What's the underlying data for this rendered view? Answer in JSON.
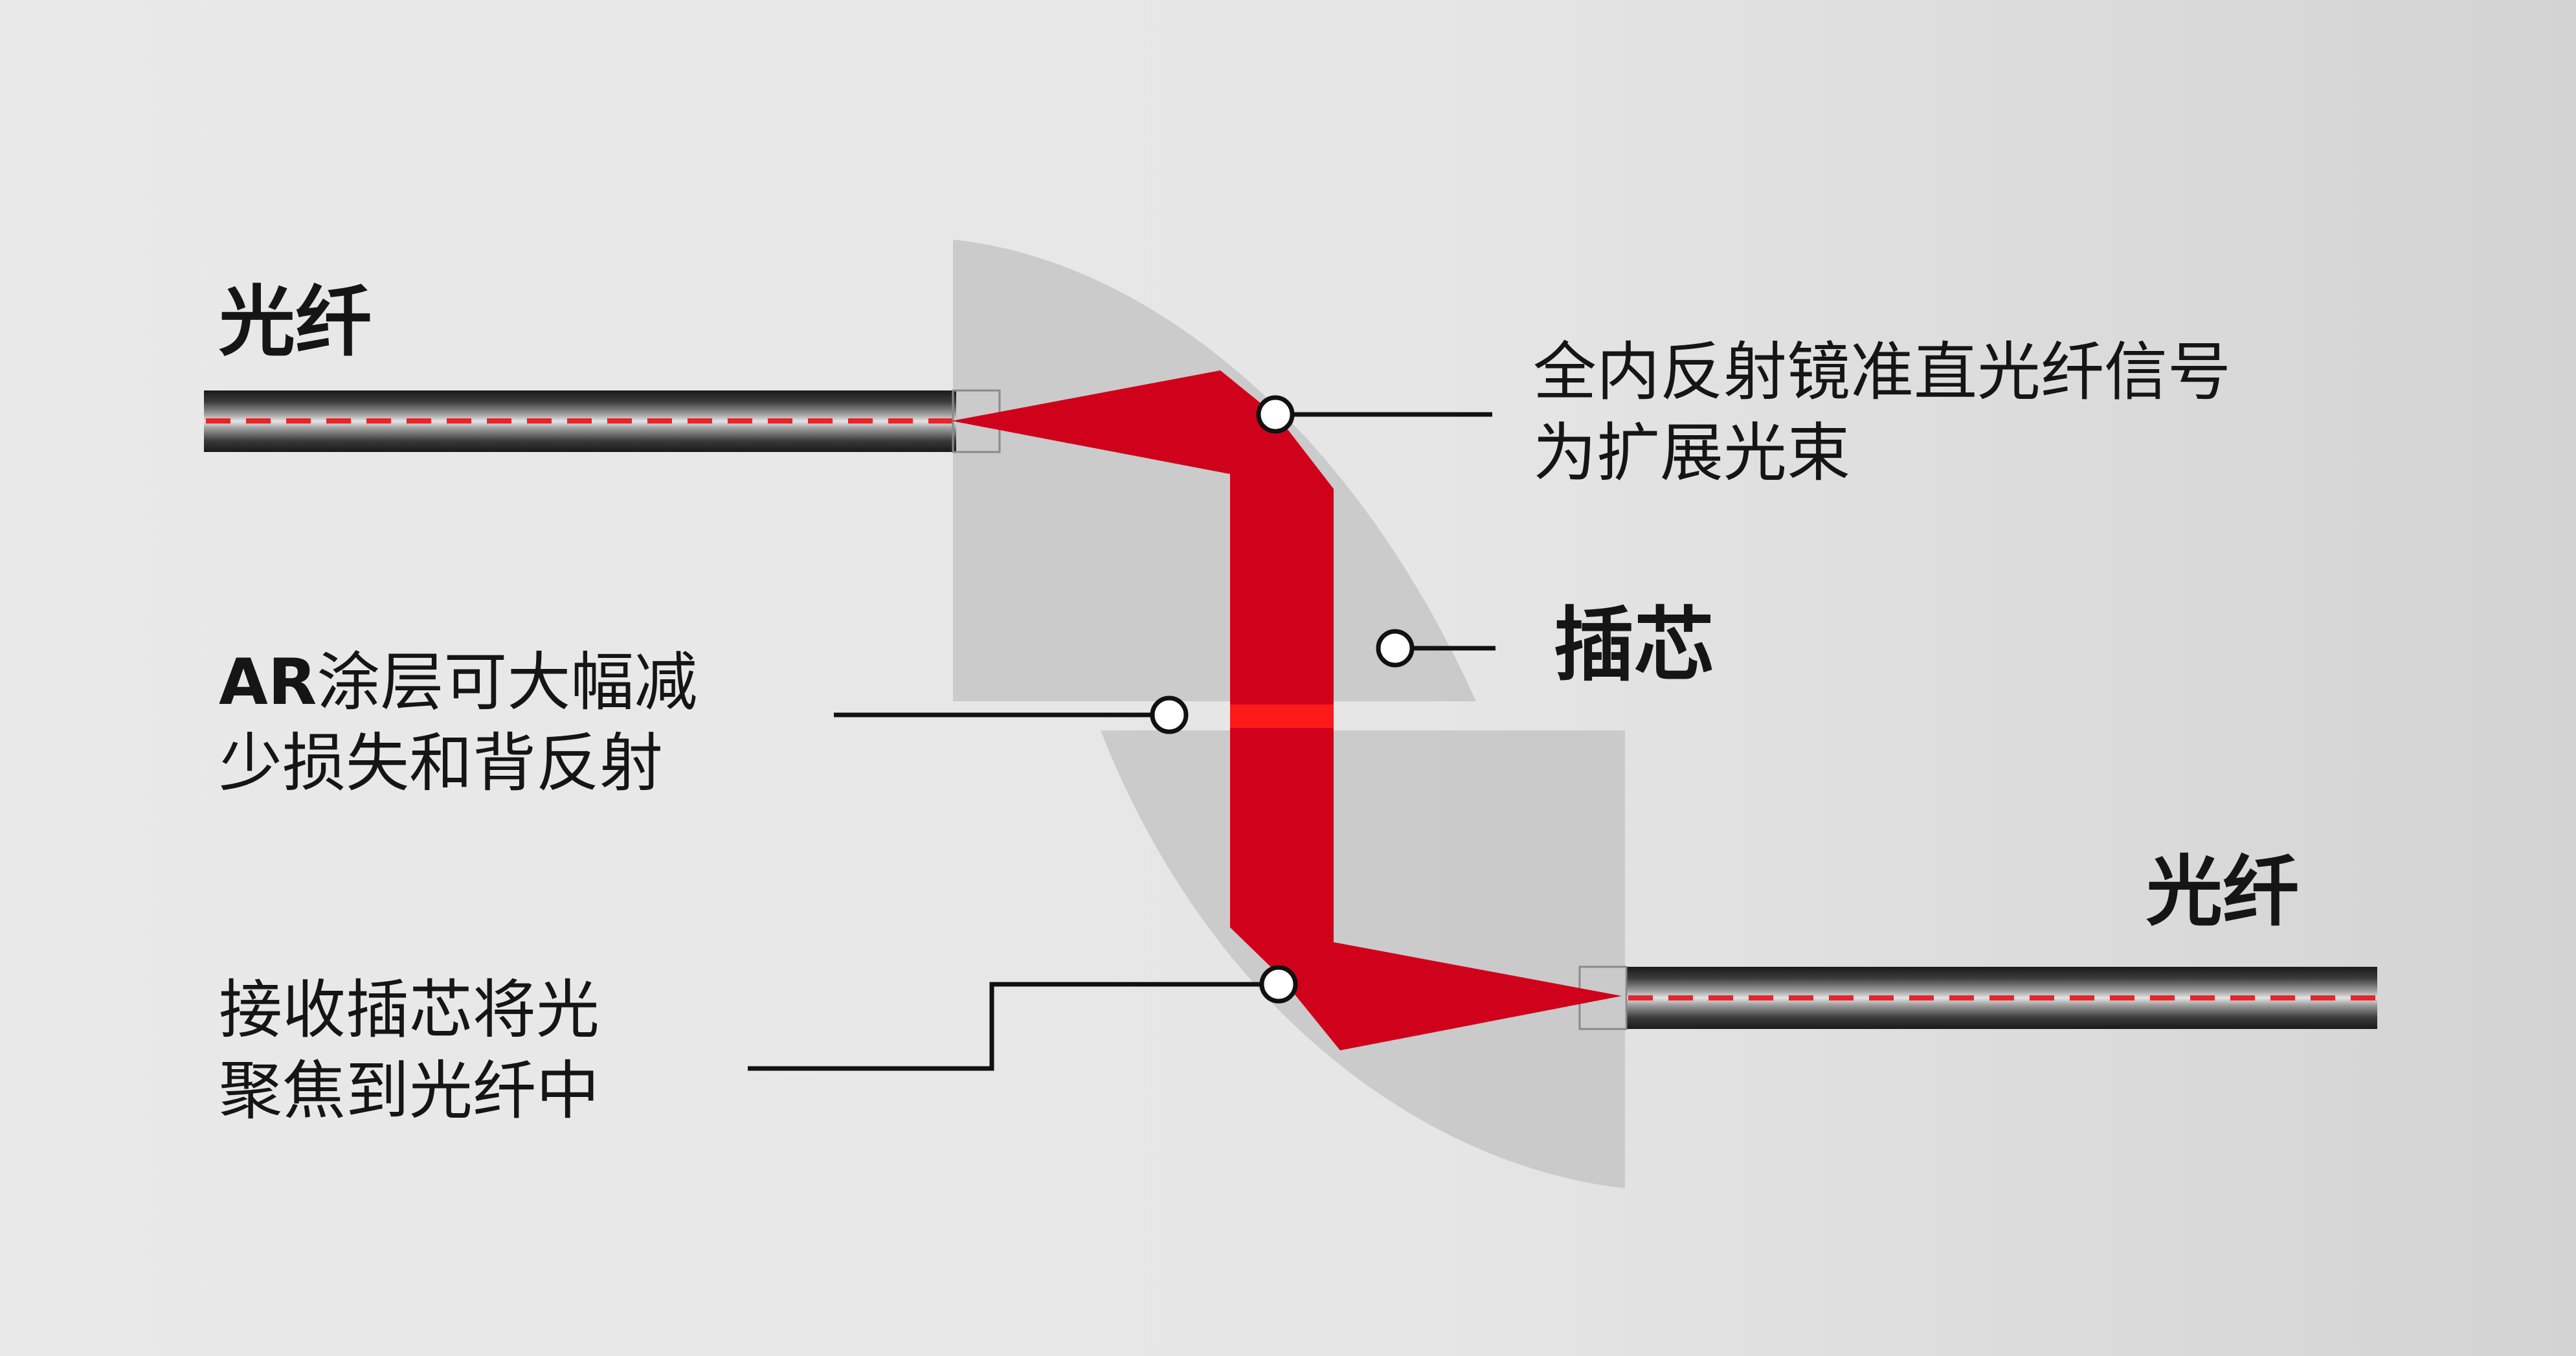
{
  "labels": {
    "fiber_left": "光纤",
    "fiber_right": "光纤",
    "ferrule": "插芯",
    "tir_line1": "全内反射镜准直光纤信号",
    "tir_line2": "为扩展光束",
    "ar_prefix": "AR",
    "ar_line1_rest": "涂层可大幅减",
    "ar_line2": "少损失和背反射",
    "recv_line1": "接收插芯将光",
    "recv_line2": "聚焦到光纤中"
  },
  "colors": {
    "beam": "#d0021b",
    "beam_highlight": "#ff1a1a",
    "ferrule_gray": "#c4c4c4",
    "fiber_dark": "#2b2b2b",
    "fiber_core_dash": "#e8242b",
    "callout_line": "#111111"
  },
  "icons": {
    "callout_marker": "callout-circle-icon"
  }
}
